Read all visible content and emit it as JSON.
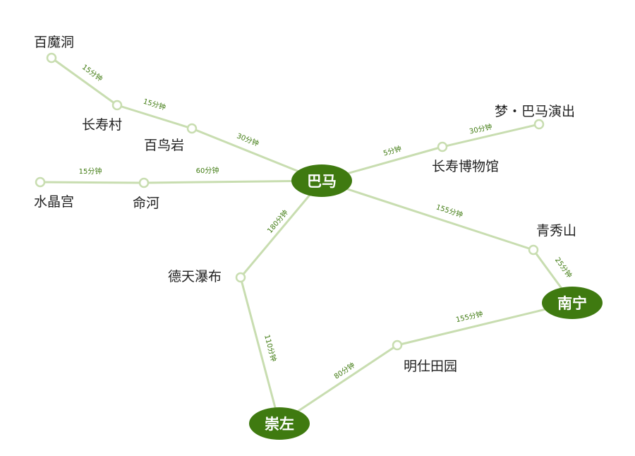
{
  "colors": {
    "line": "#c8ddb0",
    "hub": "#3f7a10",
    "time_text": "#3f7a10",
    "stop_text": "#222222"
  },
  "hubs": {
    "bama": "巴马",
    "nanning": "南宁",
    "chongzuo": "崇左"
  },
  "stops": {
    "baimodong": "百魔洞",
    "changshoucun": "长寿村",
    "bainiaoyan": "百鸟岩",
    "shuijinggong": "水晶宫",
    "minghe": "命河",
    "meng_bama": "梦・巴马演出",
    "museum": "长寿博物馆",
    "qingxiushan": "青秀山",
    "detian": "德天瀑布",
    "mingshi": "明仕田园"
  },
  "times": {
    "baimodong_changshoucun": "15分钟",
    "changshoucun_bainiaoyan": "15分钟",
    "bainiaoyan_bama": "30分钟",
    "shuijinggong_minghe": "15分钟",
    "minghe_bama": "60分钟",
    "bama_museum": "5分钟",
    "museum_meng": "30分钟",
    "bama_qingxiushan": "155分钟",
    "qingxiushan_nanning": "25分钟",
    "bama_detian": "180分钟",
    "detian_chongzuo": "110分钟",
    "chongzuo_mingshi": "80分钟",
    "mingshi_nanning": "155分钟"
  }
}
